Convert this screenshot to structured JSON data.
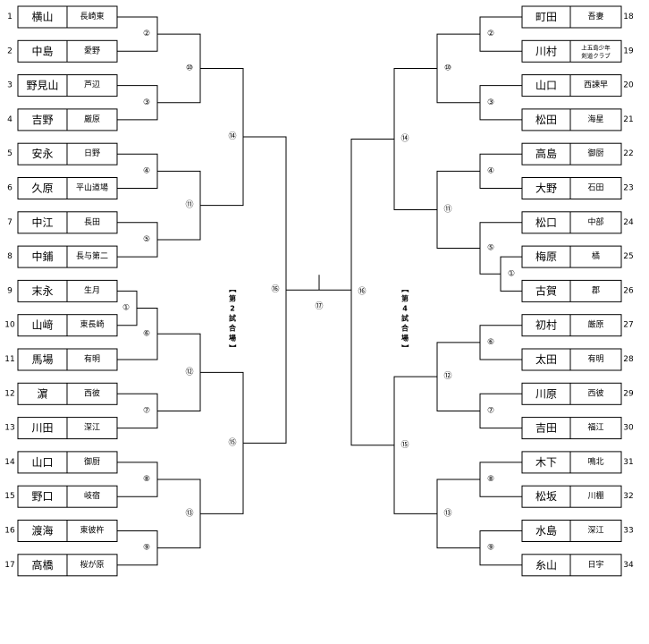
{
  "match_labels": [
    "①",
    "②",
    "③",
    "④",
    "⑤",
    "⑥",
    "⑦",
    "⑧",
    "⑨",
    "⑩",
    "⑪",
    "⑫",
    "⑬",
    "⑭",
    "⑮",
    "⑯",
    "⑰"
  ],
  "venue_left": "【第2試合場】",
  "venue_right": "【第4試合場】",
  "left_players": [
    {
      "no": "1",
      "name": "横山",
      "team": "長崎東"
    },
    {
      "no": "2",
      "name": "中島",
      "team": "愛野"
    },
    {
      "no": "3",
      "name": "野見山",
      "team": "芦辺"
    },
    {
      "no": "4",
      "name": "吉野",
      "team": "厳原"
    },
    {
      "no": "5",
      "name": "安永",
      "team": "日野"
    },
    {
      "no": "6",
      "name": "久原",
      "team": "平山道場"
    },
    {
      "no": "7",
      "name": "中江",
      "team": "長田"
    },
    {
      "no": "8",
      "name": "中鋪",
      "team": "長与第二"
    },
    {
      "no": "9",
      "name": "末永",
      "team": "生月"
    },
    {
      "no": "10",
      "name": "山﨑",
      "team": "東長崎"
    },
    {
      "no": "11",
      "name": "馬場",
      "team": "有明"
    },
    {
      "no": "12",
      "name": "濵",
      "team": "西彼"
    },
    {
      "no": "13",
      "name": "川田",
      "team": "深江"
    },
    {
      "no": "14",
      "name": "山口",
      "team": "御厨"
    },
    {
      "no": "15",
      "name": "野口",
      "team": "岐宿"
    },
    {
      "no": "16",
      "name": "渡海",
      "team": "東彼杵"
    },
    {
      "no": "17",
      "name": "高橋",
      "team": "桜が原"
    }
  ],
  "right_players": [
    {
      "no": "18",
      "name": "町田",
      "team": "吾妻"
    },
    {
      "no": "19",
      "name": "川村",
      "team": "上五島少年剣道クラブ"
    },
    {
      "no": "20",
      "name": "山口",
      "team": "西諫早"
    },
    {
      "no": "21",
      "name": "松田",
      "team": "海星"
    },
    {
      "no": "22",
      "name": "高島",
      "team": "御厨"
    },
    {
      "no": "23",
      "name": "大野",
      "team": "石田"
    },
    {
      "no": "24",
      "name": "松口",
      "team": "中部"
    },
    {
      "no": "25",
      "name": "梅原",
      "team": "橘"
    },
    {
      "no": "26",
      "name": "古賀",
      "team": "郡"
    },
    {
      "no": "27",
      "name": "初村",
      "team": "厳原"
    },
    {
      "no": "28",
      "name": "太田",
      "team": "有明"
    },
    {
      "no": "29",
      "name": "川原",
      "team": "西彼"
    },
    {
      "no": "30",
      "name": "吉田",
      "team": "福江"
    },
    {
      "no": "31",
      "name": "木下",
      "team": "鳴北"
    },
    {
      "no": "32",
      "name": "松坂",
      "team": "川棚"
    },
    {
      "no": "33",
      "name": "水島",
      "team": "深江"
    },
    {
      "no": "34",
      "name": "糸山",
      "team": "日宇"
    }
  ]
}
